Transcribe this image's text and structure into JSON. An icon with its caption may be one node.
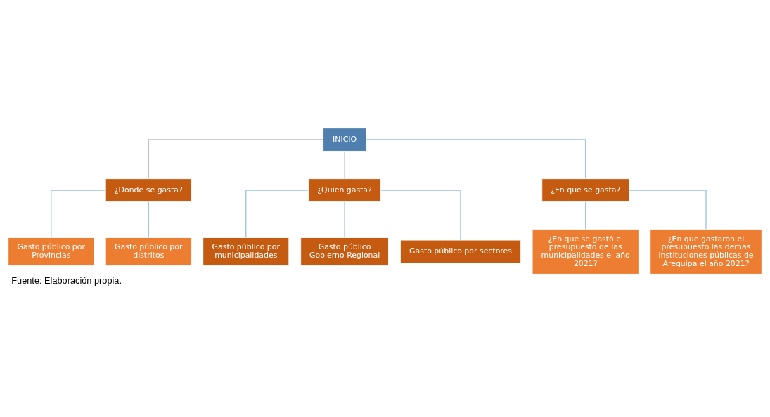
{
  "diagram": {
    "caption": "Fuente: Elaboración propia.",
    "nodes": [
      {
        "text": [
          "INICIO"
        ]
      },
      {
        "text": [
          "¿Donde se gasta?"
        ]
      },
      {
        "text": [
          "¿Quien gasta?"
        ]
      },
      {
        "text": [
          "¿En que se gasta?"
        ]
      },
      {
        "text": [
          "Gasto público por Provincias"
        ]
      },
      {
        "text": [
          "Gasto público por distritos"
        ]
      },
      {
        "text": [
          "Gasto público por municipalidades"
        ]
      },
      {
        "text": [
          "Gasto público Gobierno Regional"
        ]
      },
      {
        "text": [
          "Gasto público por sectores"
        ]
      },
      {
        "text": [
          "¿En que se gastó el presupuesto de las municipalidades el año 2021?"
        ]
      },
      {
        "text": [
          "¿En que gastaron el presupuesto las demas instituciones públicas de Arequipa el año 2021?"
        ]
      }
    ],
    "edges": [
      {
        "from": 0,
        "to": 1,
        "arrow": "none",
        "color": "#bfbfbf"
      },
      {
        "from": 0,
        "to": 2,
        "arrow": "none",
        "color": "#bfbfbf"
      },
      {
        "from": 0,
        "to": 3,
        "arrow": "none"
      },
      {
        "from": 1,
        "to": 4,
        "arrow": "none"
      },
      {
        "from": 1,
        "to": 5,
        "arrow": "none"
      },
      {
        "from": 2,
        "to": 6,
        "arrow": "none"
      },
      {
        "from": 2,
        "to": 7,
        "arrow": "none"
      },
      {
        "from": 2,
        "to": 8,
        "arrow": "none"
      },
      {
        "from": 3,
        "to": 9,
        "arrow": "none"
      },
      {
        "from": 3,
        "to": 10,
        "arrow": "none"
      }
    ]
  }
}
